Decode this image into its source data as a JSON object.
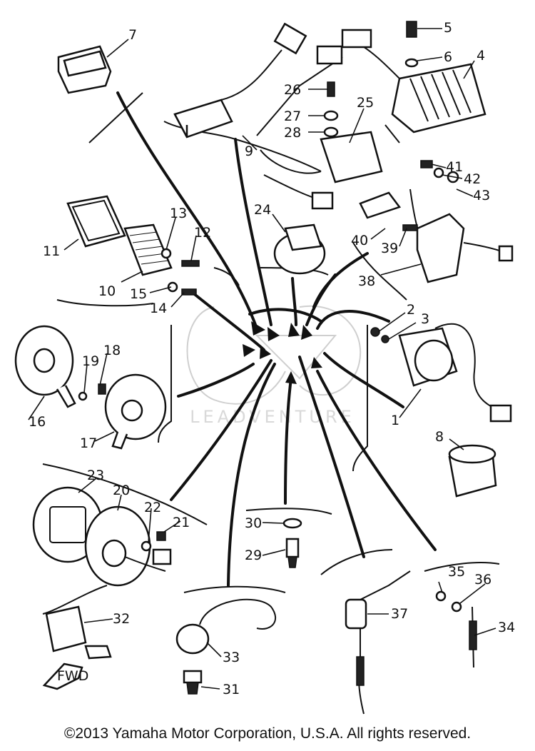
{
  "watermark": "LEADVENTURE",
  "copyright": "©2013 Yamaha Motor Corporation, U.S.A. All rights reserved.",
  "arrow_label": "FWD",
  "part_numbers": {
    "p1": "1",
    "p2": "2",
    "p3": "3",
    "p4": "4",
    "p5": "5",
    "p6": "6",
    "p7": "7",
    "p8": "8",
    "p9": "9",
    "p10": "10",
    "p11": "11",
    "p12": "12",
    "p13": "13",
    "p14": "14",
    "p15": "15",
    "p16": "16",
    "p17": "17",
    "p18": "18",
    "p19": "19",
    "p20": "20",
    "p21": "21",
    "p22": "22",
    "p23": "23",
    "p24": "24",
    "p25": "25",
    "p26": "26",
    "p27": "27",
    "p28": "28",
    "p29": "29",
    "p30": "30",
    "p31": "31",
    "p32": "32",
    "p33": "33",
    "p34": "34",
    "p35": "35",
    "p36": "36",
    "p37": "37",
    "p38": "38",
    "p39": "39",
    "p40": "40",
    "p41": "41",
    "p42": "42",
    "p43": "43"
  }
}
